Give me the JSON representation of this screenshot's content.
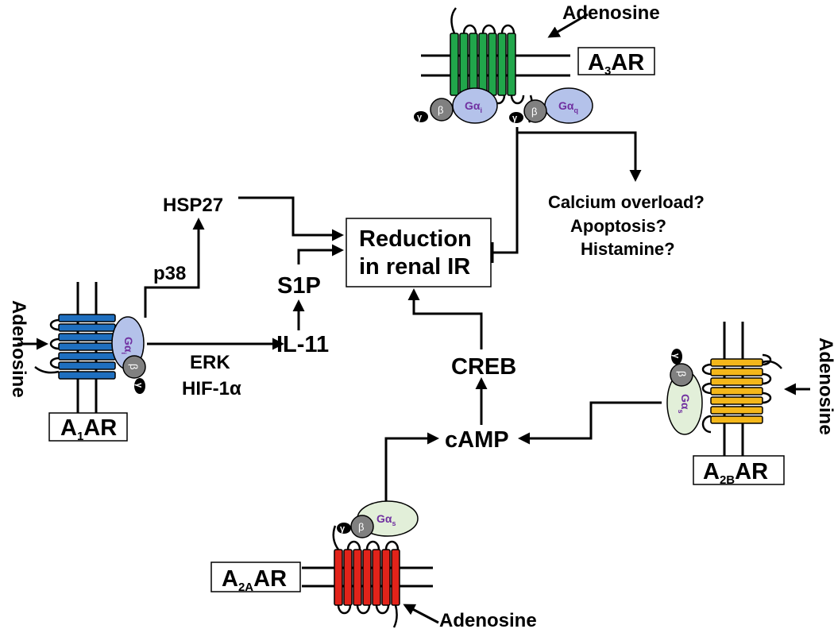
{
  "receptors": {
    "a1": {
      "prefix": "A",
      "sub": "1",
      "suffix": "AR",
      "color": "#1f6fbf"
    },
    "a2a": {
      "prefix": "A",
      "sub": "2A",
      "suffix": "AR",
      "color": "#e2231a"
    },
    "a2b": {
      "prefix": "A",
      "sub": "2B",
      "suffix": "AR",
      "color": "#f4b71a"
    },
    "a3": {
      "prefix": "A",
      "sub": "3",
      "suffix": "AR",
      "color": "#21a64b"
    }
  },
  "ligand": "Adenosine",
  "g_proteins": {
    "alpha": "Gα",
    "i_sub": "i",
    "q_sub": "q",
    "s_sub": "s",
    "beta": "β",
    "gamma": "γ",
    "alpha_i_color": "#b4c2ea",
    "alpha_s_color": "#e2efd9",
    "beta_color": "#808080",
    "gamma_color": "#000000"
  },
  "nodes": {
    "hsp27": "HSP27",
    "p38": "p38",
    "s1p": "S1P",
    "il11": "IL-11",
    "erk": "ERK",
    "hif": "HIF-1α",
    "camp": "cAMP",
    "creb": "CREB",
    "reduction_line1": "Reduction",
    "reduction_line2": "in renal IR",
    "calcium": "Calcium overload?",
    "apoptosis": "Apoptosis?",
    "histamine": "Histamine?"
  }
}
